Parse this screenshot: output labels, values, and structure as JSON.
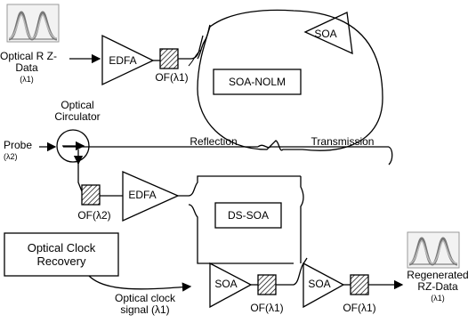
{
  "input": {
    "line1": "Optical R Z-",
    "line2": "Data",
    "line3": "(λ1)"
  },
  "edfa_top": "EDFA",
  "of_top": "OF(λ1)",
  "soa_top": "SOA",
  "nolm": "SOA-NOLM",
  "circulator": {
    "line1": "Optical",
    "line2": "Circulator"
  },
  "probe": {
    "line1": "Probe",
    "line2": "(λ2)"
  },
  "reflection": "Reflection",
  "transmission": "Transmission",
  "of_mid": "OF(λ2)",
  "edfa_mid": "EDFA",
  "ds_soa": "DS-SOA",
  "clock_recovery": {
    "line1": "Optical Clock",
    "line2": "Recovery"
  },
  "clock_signal": {
    "line1": "Optical clock",
    "line2": "signal (λ1)"
  },
  "soa_bottom1": "SOA",
  "soa_bottom2": "SOA",
  "of_bottom1": "OF(λ1)",
  "of_bottom2": "OF(λ1)",
  "output": {
    "line1": "Regenerated",
    "line2": "RZ-Data",
    "line3": "(λ1)"
  }
}
